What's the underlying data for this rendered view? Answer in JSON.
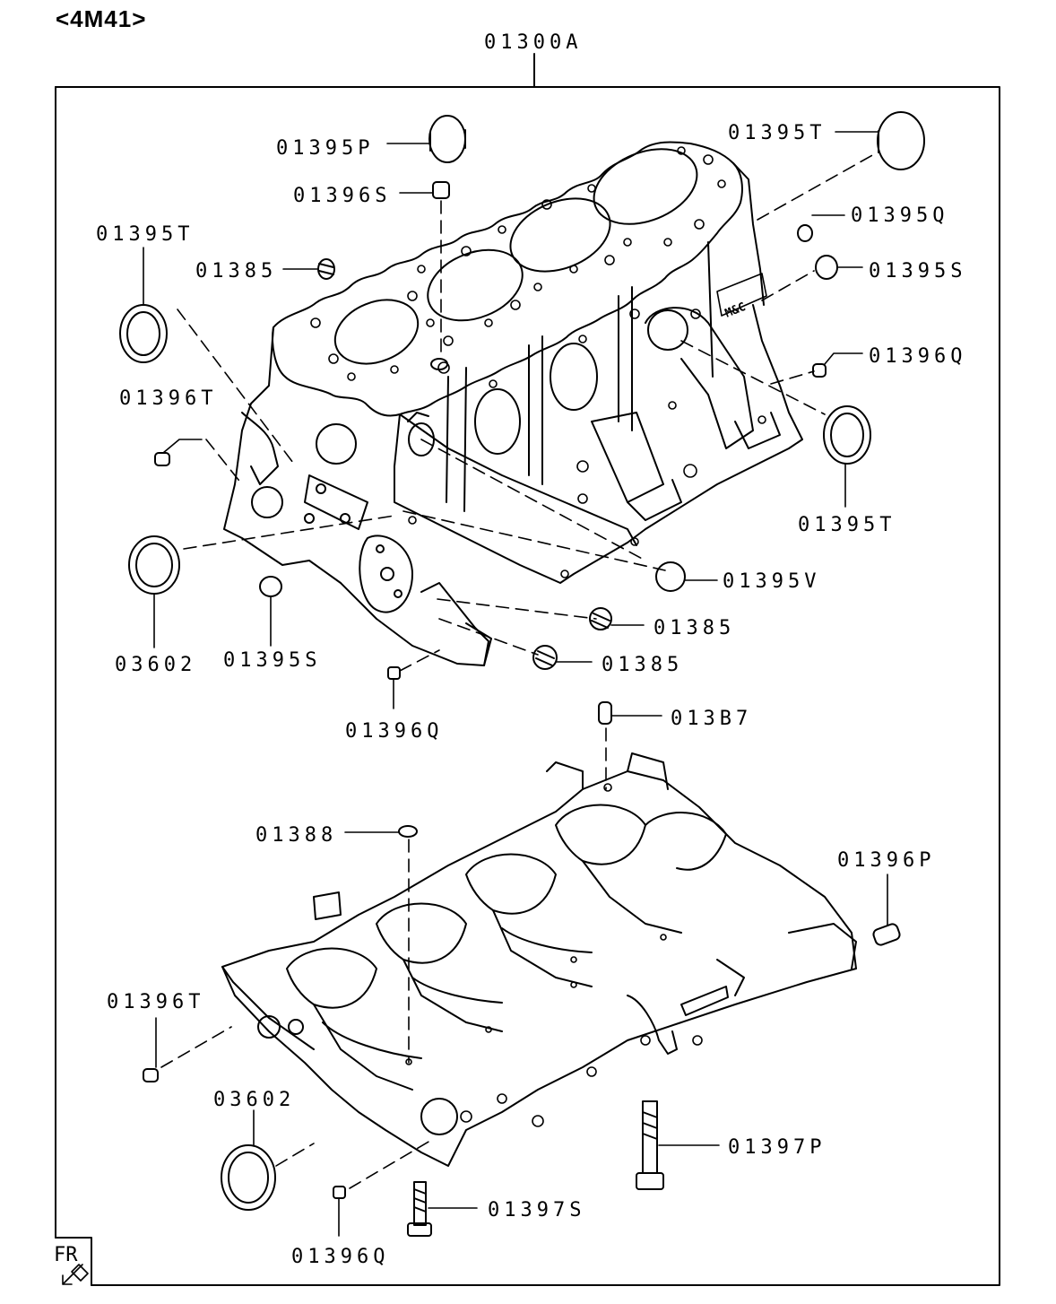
{
  "model_code": "<4M41>",
  "assembly_label": "01300A",
  "fr_label": "FR",
  "callouts": [
    {
      "name": "callout-01395P-top",
      "text": "01395P"
    },
    {
      "name": "callout-01395T-top-right",
      "text": "01395T"
    },
    {
      "name": "callout-01396S",
      "text": "01396S"
    },
    {
      "name": "callout-01395T-left",
      "text": "01395T"
    },
    {
      "name": "callout-01395Q",
      "text": "01395Q"
    },
    {
      "name": "callout-01385-left",
      "text": "01385"
    },
    {
      "name": "callout-01395S-right",
      "text": "01395S"
    },
    {
      "name": "callout-01396Q-right",
      "text": "01396Q"
    },
    {
      "name": "callout-01396T-upper",
      "text": "01396T"
    },
    {
      "name": "callout-01395T-right",
      "text": "01395T"
    },
    {
      "name": "callout-01395V",
      "text": "01395V"
    },
    {
      "name": "callout-01385-mid",
      "text": "01385"
    },
    {
      "name": "callout-03602-upper",
      "text": "03602"
    },
    {
      "name": "callout-01395S-lower",
      "text": "01395S"
    },
    {
      "name": "callout-01385-low",
      "text": "01385"
    },
    {
      "name": "callout-01396Q-mid",
      "text": "01396Q"
    },
    {
      "name": "callout-01387",
      "text": "013B7"
    },
    {
      "name": "callout-01388",
      "text": "01388"
    },
    {
      "name": "callout-01396P",
      "text": "01396P"
    },
    {
      "name": "callout-01396T-lower",
      "text": "01396T"
    },
    {
      "name": "callout-03602-lower",
      "text": "03602"
    },
    {
      "name": "callout-01397P",
      "text": "01397P"
    },
    {
      "name": "callout-01397S",
      "text": "01397S"
    },
    {
      "name": "callout-01396Q-bottom",
      "text": "01396Q"
    }
  ],
  "engine_logo_text": "M&C"
}
